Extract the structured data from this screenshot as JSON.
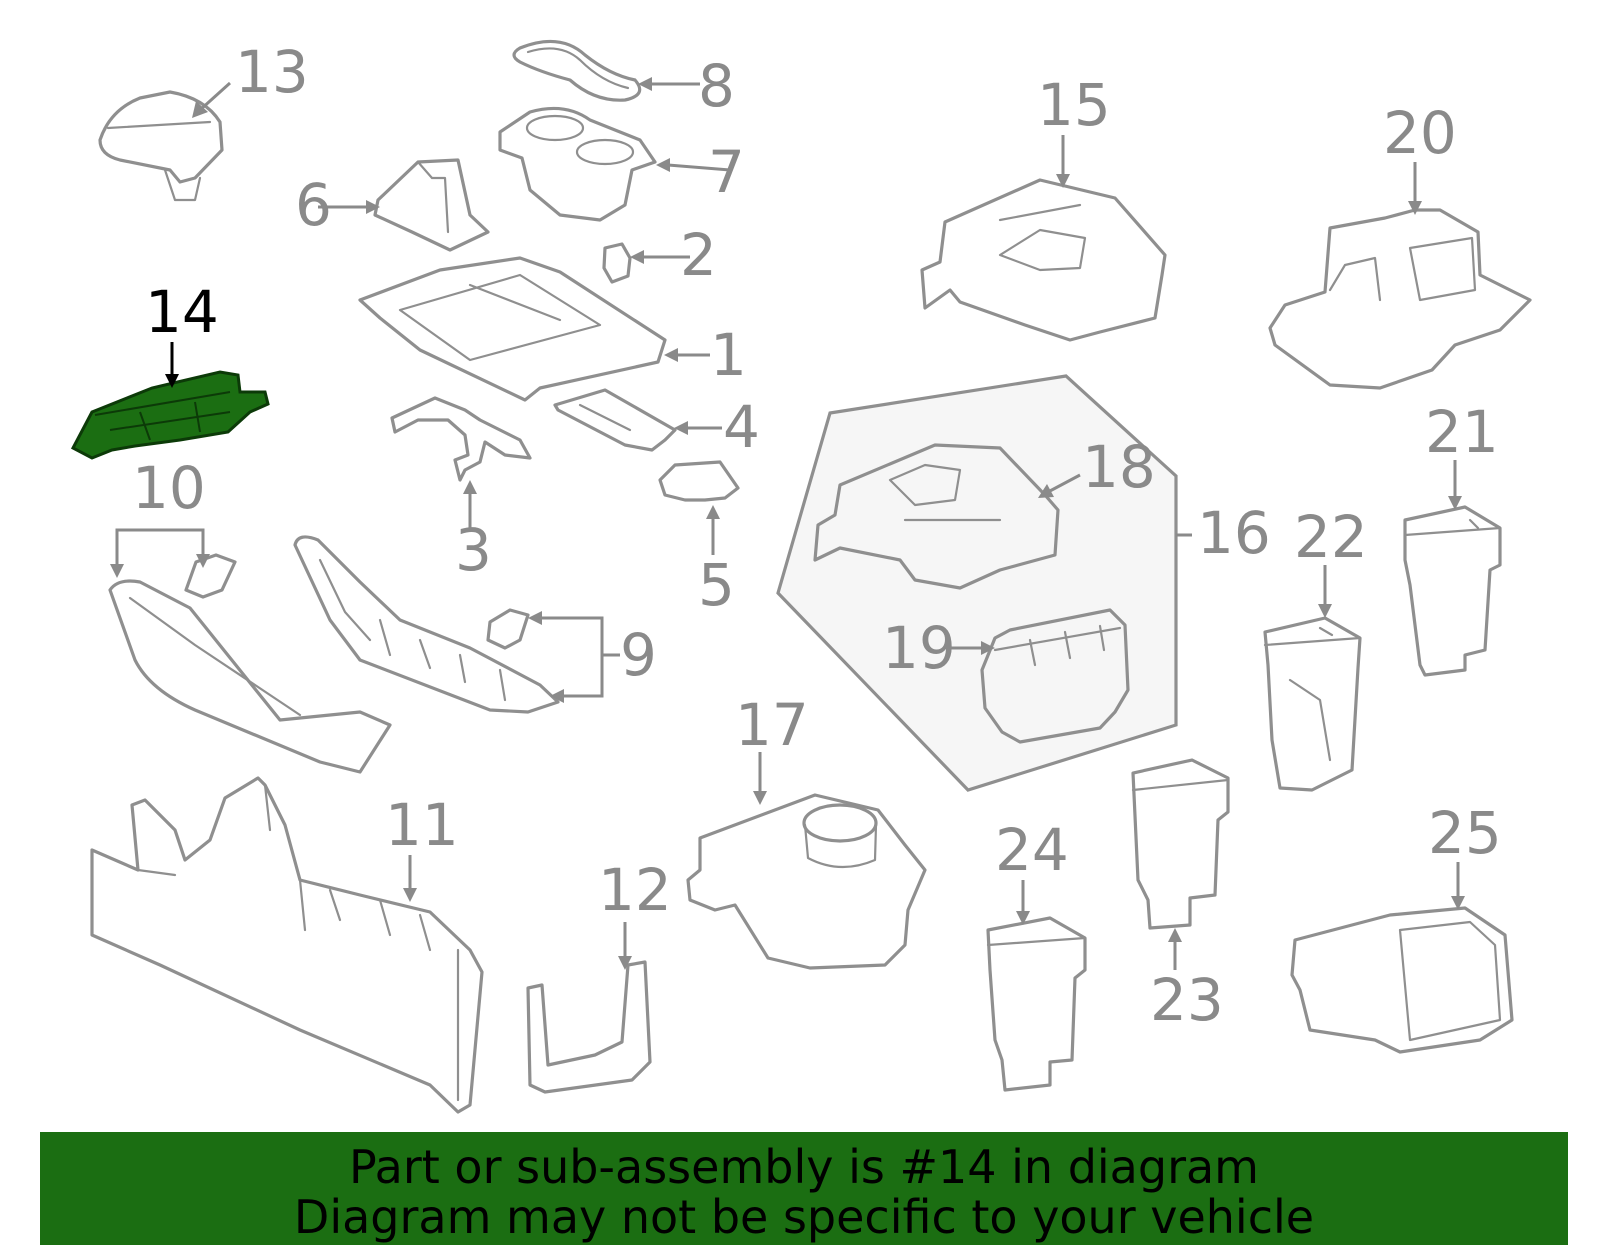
{
  "diagram": {
    "highlighted_part": "14",
    "highlight_color": "#1b6e12",
    "line_color": "#8a8a8a",
    "callouts": [
      "1",
      "2",
      "3",
      "4",
      "5",
      "6",
      "7",
      "8",
      "9",
      "10",
      "11",
      "12",
      "13",
      "14",
      "15",
      "16",
      "17",
      "18",
      "19",
      "20",
      "21",
      "22",
      "23",
      "24",
      "25"
    ]
  },
  "notice": {
    "line1": "Part or sub-assembly is #14 in diagram",
    "line2": "Diagram may not be specific to your vehicle",
    "background": "#1b6e12"
  }
}
